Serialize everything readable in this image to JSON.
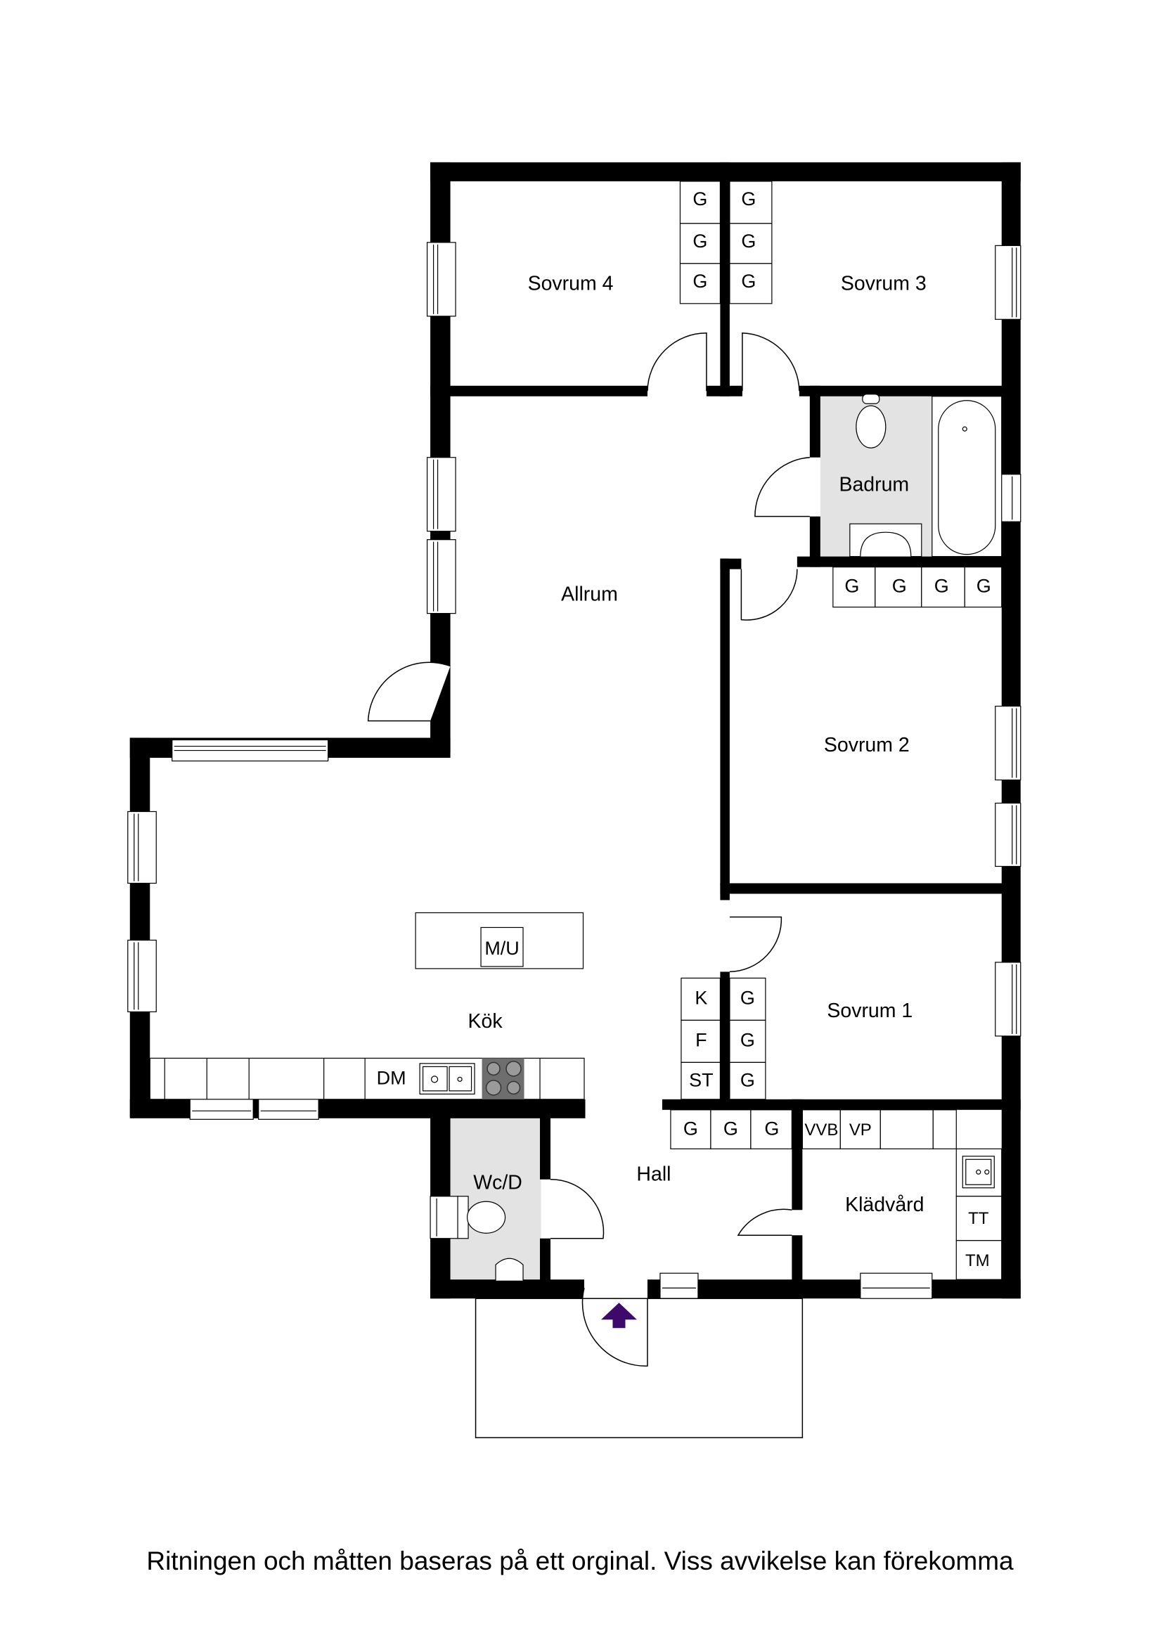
{
  "rooms": {
    "sovrum4": "Sovrum 4",
    "sovrum3": "Sovrum 3",
    "badrum": "Badrum",
    "allrum": "Allrum",
    "sovrum2": "Sovrum 2",
    "kok": "Kök",
    "sovrum1": "Sovrum 1",
    "hall": "Hall",
    "wcd": "Wc/D",
    "kladvard": "Klädvård"
  },
  "fixtures": {
    "wardrobe_sovrum4": [
      "G",
      "G",
      "G"
    ],
    "wardrobe_sovrum3": [
      "G",
      "G",
      "G"
    ],
    "wardrobe_sovrum2": [
      "G",
      "G",
      "G",
      "G"
    ],
    "hall_storage_left": [
      "K",
      "F",
      "ST"
    ],
    "wardrobe_sovrum1": [
      "G",
      "G",
      "G"
    ],
    "hall_wardrobe": [
      "G",
      "G",
      "G"
    ],
    "kladvard_units": [
      "VVB",
      "VP"
    ],
    "laundry": [
      "TT",
      "TM"
    ],
    "kitchen_island": "M/U",
    "dishwasher": "DM"
  },
  "icons": {
    "entrance": "entrance-arrow-icon",
    "entrance_color": "#3d0a6b"
  },
  "colors": {
    "wall": "#000000",
    "wet_room": "#e3e3e3",
    "stove": "#6e6e6e"
  },
  "footer": {
    "disclaimer": "Ritningen och måtten baseras på ett orginal. Viss avvikelse kan förekomma"
  }
}
